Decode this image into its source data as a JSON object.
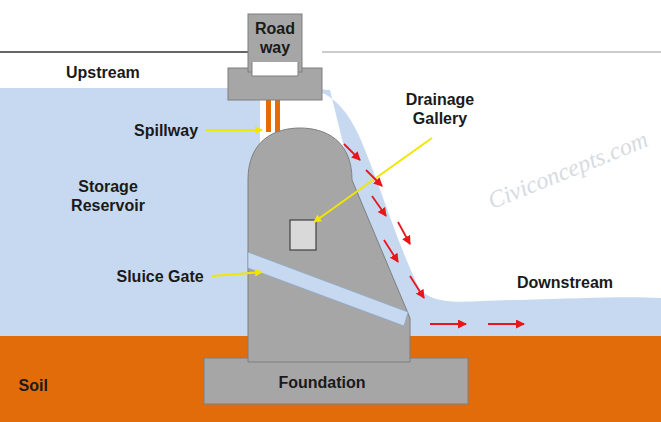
{
  "diagram": {
    "nodes": [
      {
        "text": [
          "Road way"
        ]
      },
      {
        "text": [
          "Foundation"
        ]
      }
    ],
    "labels": [
      "Upstream",
      "Spillway",
      "Drainage Gallery",
      "Storage Reservoir",
      "Sluice Gate",
      "Downstream",
      "Soil",
      "Civiconcepts.com"
    ]
  }
}
